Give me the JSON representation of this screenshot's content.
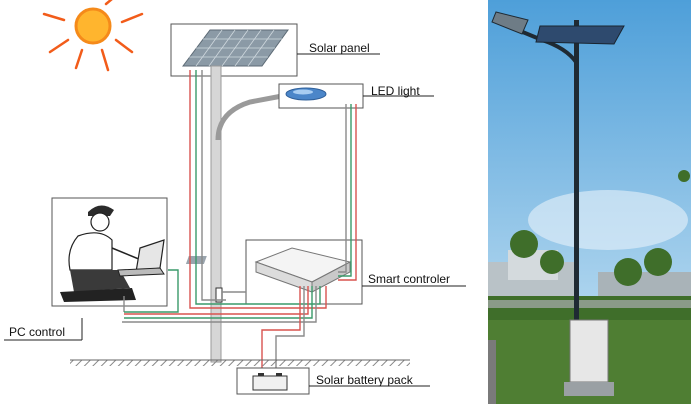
{
  "labels": {
    "solar_panel": "Solar panel",
    "led_light": "LED light",
    "smart_controller": "Smart controler",
    "pc_control": "PC control",
    "battery_pack": "Solar battery pack"
  },
  "colors": {
    "sun": "#f58a1a",
    "sun_core": "#ffb52e",
    "wire_red": "#d9534f",
    "wire_green": "#3a9a6a",
    "wire_gray": "#8a8a8a",
    "sky_top": "#4e9fd9",
    "sky_bottom": "#cde6f5",
    "grass": "#3f6e2a"
  },
  "icons": [
    "sun-icon",
    "solar-panel-icon",
    "led-lamp-icon",
    "controller-icon",
    "laptop-user-icon",
    "battery-icon"
  ]
}
